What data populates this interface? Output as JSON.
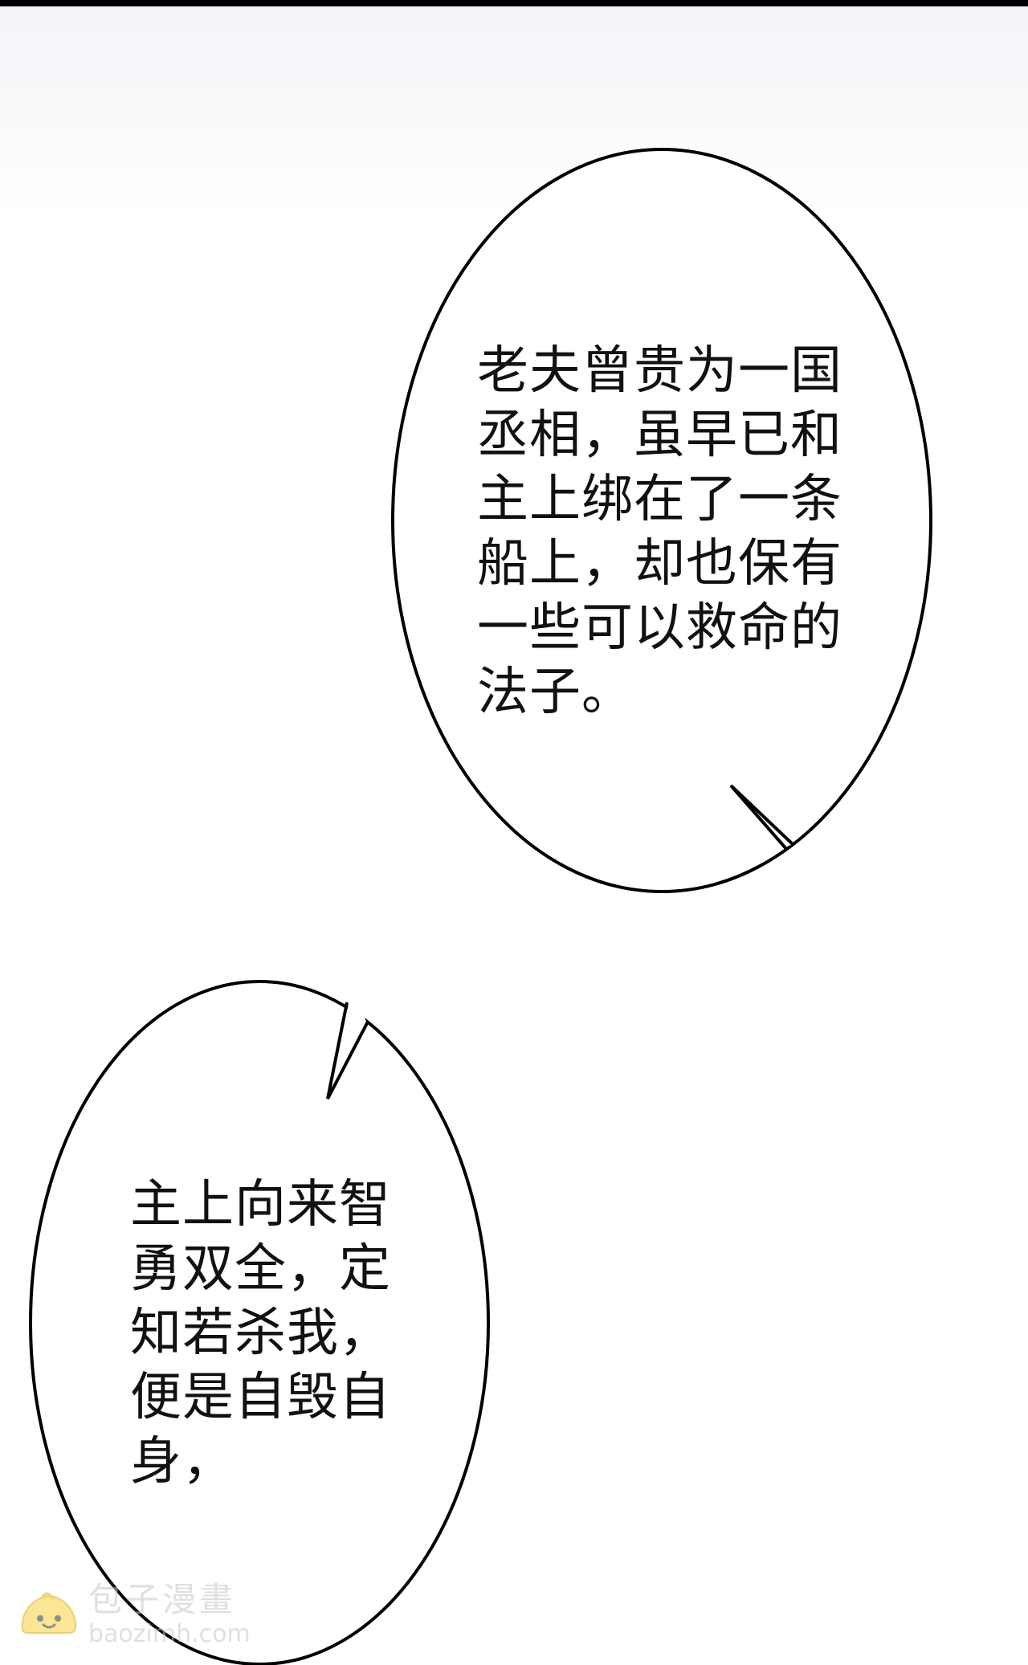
{
  "bubbles": [
    {
      "lines": [
        "老夫曾贵为一国",
        "丞相，虽早已和",
        "主上绑在了一条",
        "船上，却也保有",
        "一些可以救命的",
        "法子。"
      ]
    },
    {
      "lines": [
        "主上向来智",
        "勇双全，定",
        "知若杀我，",
        "便是自毁自",
        "身，"
      ]
    }
  ],
  "watermark": {
    "name": "包子漫畫",
    "domain": "baozimh.com",
    "icon": "bun-mascot-icon",
    "icon_color": "#f7d23e"
  },
  "colors": {
    "background": "#ffffff",
    "ink": "#000000",
    "text": "#111111"
  }
}
